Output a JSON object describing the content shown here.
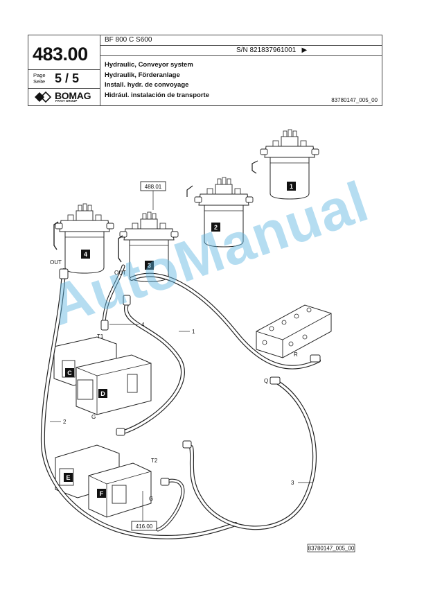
{
  "header": {
    "page_number": "483.00",
    "page_label_line1": "Page",
    "page_label_line2": "Seite",
    "page_count": "5 / 5",
    "model": "BF 800 C S600",
    "serial": "S/N 821837961001",
    "serial_arrow": "▶",
    "titles": [
      "Hydraulic, Conveyor system",
      "Hydraulik, Förderanlage",
      "Install. hydr. de convoyage",
      "Hidrául. instalación de transporte"
    ],
    "doc_number": "83780147_005_00",
    "brand": "BOMAG",
    "brand_group": "FAYAT GROUP"
  },
  "diagram": {
    "ref_boxes": [
      "488.01",
      "416.00"
    ],
    "filters": [
      "1",
      "2",
      "3",
      "4"
    ],
    "valves": [
      "C",
      "D",
      "E",
      "F"
    ],
    "hose_numbers": [
      "1",
      "2",
      "3",
      "4"
    ],
    "port_labels": [
      "OUT",
      "OUT",
      "T1",
      "G",
      "T2",
      "G",
      "R",
      "Q"
    ],
    "footer_doc_number": "83780147_005_00"
  },
  "watermark": "AutoManual",
  "colors": {
    "badge": "#111111",
    "watermark": "#5ab4e1",
    "line": "#222222"
  }
}
